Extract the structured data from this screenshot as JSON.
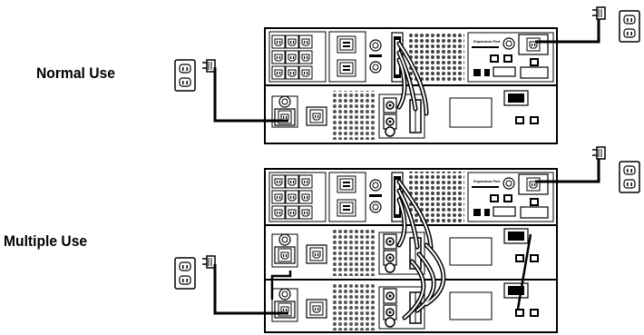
{
  "diagram": {
    "labels": {
      "normal_use": "Normal Use",
      "multiple_use": "Multiple Use"
    },
    "panel_text": {
      "expansion_port": "Expansion Port"
    },
    "colors": {
      "line": "#000000",
      "background": "#ffffff",
      "vent_fill": "#444444"
    }
  }
}
